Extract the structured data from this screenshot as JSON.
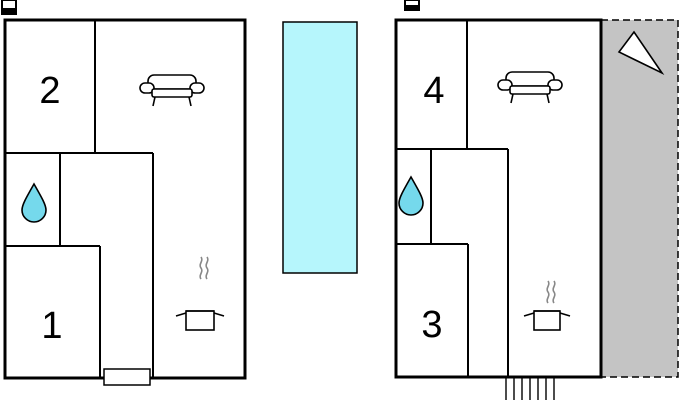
{
  "floor_plan": {
    "colors": {
      "wall": "#000000",
      "pool": "#b6f6fc",
      "terrace": "#c4c4c4",
      "water_drop": "#75d9ec",
      "background": "#ffffff"
    },
    "left_unit": {
      "rooms": [
        {
          "number": "2",
          "type": "bedroom"
        },
        {
          "number": "1",
          "type": "bedroom"
        }
      ],
      "icons": [
        "sofa-icon",
        "water-drop-icon",
        "cooking-pot-icon"
      ]
    },
    "right_unit": {
      "rooms": [
        {
          "number": "4",
          "type": "bedroom"
        },
        {
          "number": "3",
          "type": "bedroom"
        }
      ],
      "icons": [
        "sofa-icon",
        "water-drop-icon",
        "cooking-pot-icon"
      ]
    },
    "features": [
      "pool",
      "terrace",
      "stairs",
      "door-mat",
      "north-arrow-icon"
    ]
  }
}
